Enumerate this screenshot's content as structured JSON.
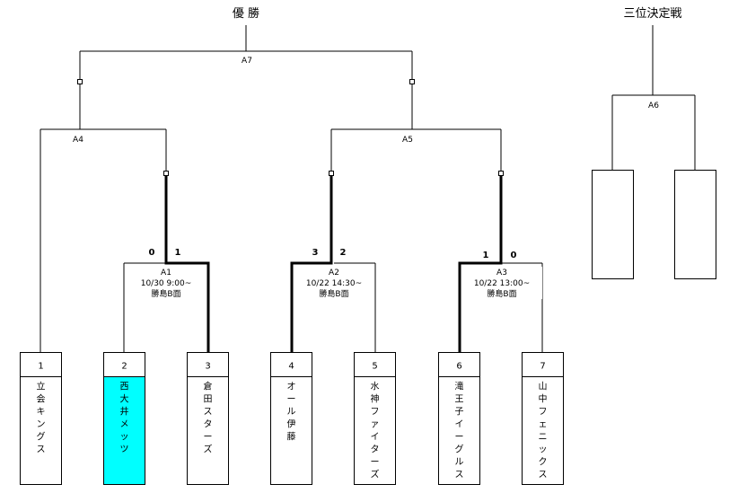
{
  "titles": {
    "final": "優 勝",
    "third_place": "三位決定戦"
  },
  "matches": {
    "A1": {
      "label": "A1",
      "datetime": "10/30  9:00~",
      "venue": "勝島B面",
      "score_left": "0",
      "score_right": "1"
    },
    "A2": {
      "label": "A2",
      "datetime": "10/22  14:30~",
      "venue": "勝島B面",
      "score_left": "3",
      "score_right": "2"
    },
    "A3": {
      "label": "A3",
      "datetime": "10/22  13:00~",
      "venue": "勝島B面",
      "score_left": "1",
      "score_right": "0"
    },
    "A4": {
      "label": "A4"
    },
    "A5": {
      "label": "A5"
    },
    "A6": {
      "label": "A6"
    },
    "A7": {
      "label": "A7"
    }
  },
  "teams": [
    {
      "number": "1",
      "name": "立会キングス",
      "highlight": false
    },
    {
      "number": "2",
      "name": "西大井メッツ",
      "highlight": true
    },
    {
      "number": "3",
      "name": "倉田スターズ",
      "highlight": false
    },
    {
      "number": "4",
      "name": "オール伊藤",
      "highlight": false
    },
    {
      "number": "5",
      "name": "水神ファイターズ",
      "highlight": false
    },
    {
      "number": "6",
      "name": "滝王子イーグルス",
      "highlight": false
    },
    {
      "number": "7",
      "name": "山中フェニックス",
      "highlight": false
    }
  ],
  "colors": {
    "highlight": "#00ffff",
    "line": "#000000"
  }
}
